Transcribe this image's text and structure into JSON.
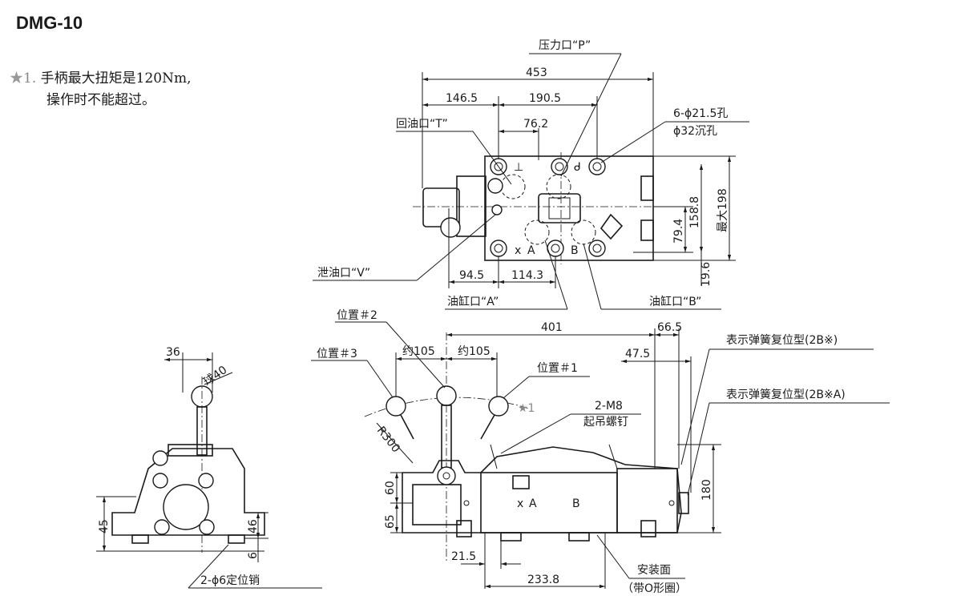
{
  "title": "DMG-10",
  "note": {
    "star": "★",
    "index": "1.",
    "line1": "手柄最大扭矩是120Nm,",
    "line2": "操作时不能超过。"
  },
  "top_view": {
    "dims": {
      "overall": "453",
      "left_offset": "146.5",
      "right_offset": "190.5",
      "port_spacing": "76.2",
      "height_158": "158.8",
      "height_79": "79.4",
      "max_height": "最大198",
      "bottom_offset": "19.6",
      "v_offset": "94.5",
      "a_offset": "114.3"
    },
    "labels": {
      "pressure_port": "压力口“P”",
      "return_port": "回油口“T”",
      "holes": "6-ϕ21.5孔",
      "counterbore": "ϕ32沉孔",
      "drain_port": "泄油口“V”",
      "cyl_a": "油缸口“A”",
      "cyl_b": "油缸口“B”"
    },
    "body_marks": {
      "t": "⊥",
      "p": "ᑯ",
      "x": "x",
      "a": "A",
      "b": "B"
    }
  },
  "side_view": {
    "dims": {
      "width_36": "36",
      "ball": "球40",
      "h45": "45",
      "h46": "46",
      "h6": "6"
    },
    "labels": {
      "dowel": "2-ϕ6定位销"
    }
  },
  "front_view": {
    "dims": {
      "len_401": "401",
      "len_66": "66.5",
      "len_47": "47.5",
      "approx_left": "约105",
      "approx_right": "约105",
      "radius": "R300",
      "h60": "60",
      "h65": "65",
      "h180": "180",
      "w21": "21.5",
      "w233": "233.8"
    },
    "labels": {
      "pos2": "位置＃2",
      "pos3": "位置＃3",
      "pos1": "位置＃1",
      "star_ref": "★1",
      "lift_count": "2-M8",
      "lift_bolt": "起吊螺钉",
      "spring_2b": "表示弹簧复位型(2B※)",
      "spring_2ba": "表示弹簧复位型(2B※A)",
      "mount_face": "安装面",
      "oring": "（带O形圈）"
    },
    "body_marks": {
      "x": "x",
      "a": "A",
      "b": "B"
    }
  }
}
